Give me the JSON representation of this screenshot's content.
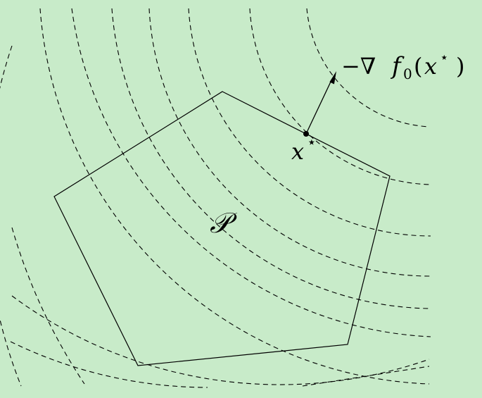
{
  "labels": {
    "polyhedron": "𝒫",
    "optimum_x": "x",
    "optimum_star": "⋆",
    "gradient_prefix": "−∇",
    "gradient_f": "f",
    "gradient_sub": "0",
    "gradient_open": "(",
    "gradient_x": "x",
    "gradient_star": "⋆",
    "gradient_close": ")"
  },
  "colors": {
    "background": "#c8ebc9",
    "ink": "#000000"
  }
}
